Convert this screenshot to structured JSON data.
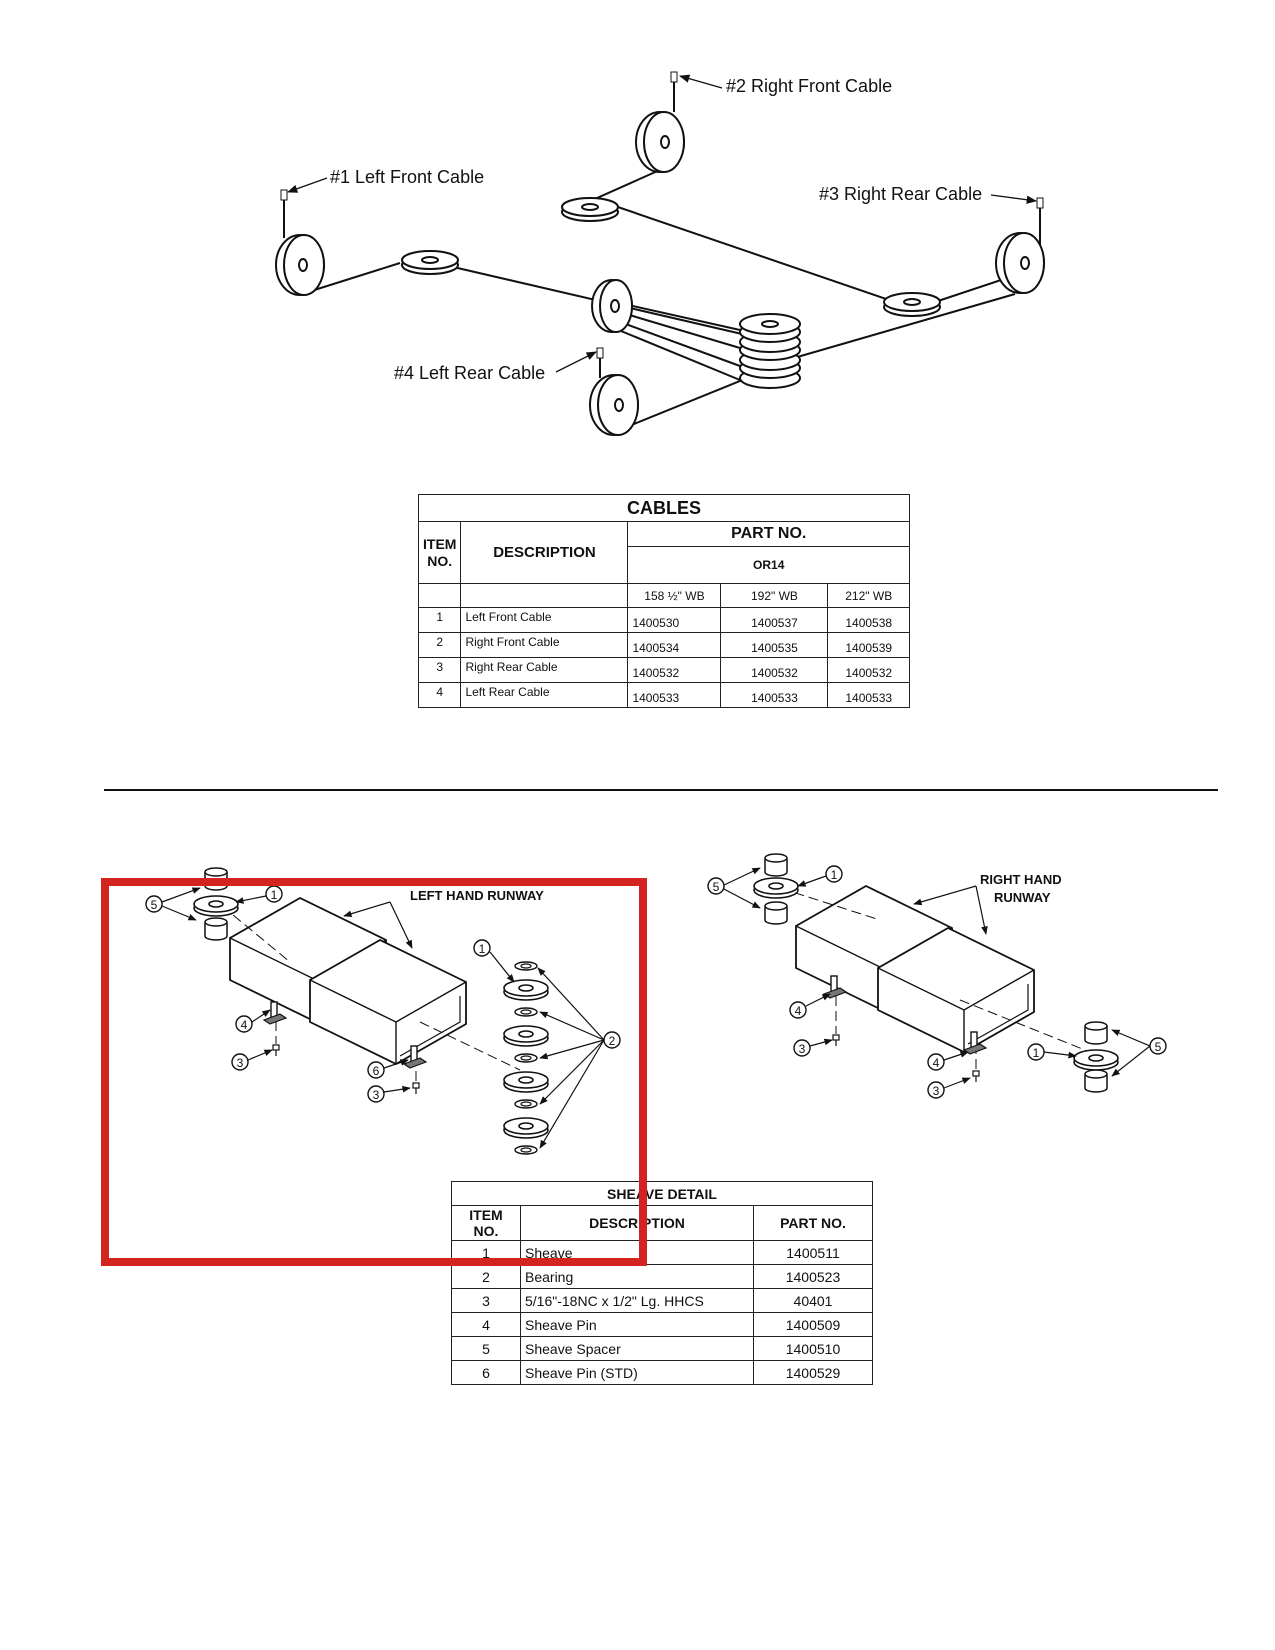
{
  "callouts": {
    "c1": "#1 Left Front Cable",
    "c2": "#2 Right Front Cable",
    "c3": "#3 Right Rear Cable",
    "c4": "#4 Left Rear Cable"
  },
  "cables": {
    "title": "CABLES",
    "part_no_header": "PART NO.",
    "model": "OR14",
    "item_header_1": "ITEM",
    "item_header_2": "NO.",
    "desc_header": "DESCRIPTION",
    "wb": [
      "158 ½\" WB",
      "192\" WB",
      "212\" WB"
    ],
    "rows": [
      {
        "item": "1",
        "desc": "Left Front Cable",
        "p1": "1400530",
        "p2": "1400537",
        "p3": "1400538"
      },
      {
        "item": "2",
        "desc": "Right Front Cable",
        "p1": "1400534",
        "p2": "1400535",
        "p3": "1400539"
      },
      {
        "item": "3",
        "desc": "Right Rear Cable",
        "p1": "1400532",
        "p2": "1400532",
        "p3": "1400532"
      },
      {
        "item": "4",
        "desc": "Left Rear Cable",
        "p1": "1400533",
        "p2": "1400533",
        "p3": "1400533"
      }
    ]
  },
  "runways": {
    "left_label": "LEFT HAND RUNWAY",
    "right_label_1": "RIGHT HAND",
    "right_label_2": "RUNWAY",
    "n1": "1",
    "n2": "2",
    "n3": "3",
    "n4": "4",
    "n5": "5",
    "n6": "6"
  },
  "sheave": {
    "title": "SHEAVE   DETAIL",
    "h_item": "ITEM NO.",
    "h_desc": "DESCRIPTION",
    "h_part": "PART NO.",
    "rows": [
      {
        "item": "1",
        "desc": "Sheave",
        "part": "1400511"
      },
      {
        "item": "2",
        "desc": "Bearing",
        "part": "1400523"
      },
      {
        "item": "3",
        "desc": "5/16\"-18NC  x 1/2\" Lg. HHCS",
        "part": "40401"
      },
      {
        "item": "4",
        "desc": "Sheave Pin",
        "part": "1400509"
      },
      {
        "item": "5",
        "desc": "Sheave Spacer",
        "part": "1400510"
      },
      {
        "item": "6",
        "desc": "Sheave Pin (STD)",
        "part": "1400529"
      }
    ]
  },
  "colors": {
    "ink": "#111111",
    "highlight": "#d32420"
  }
}
